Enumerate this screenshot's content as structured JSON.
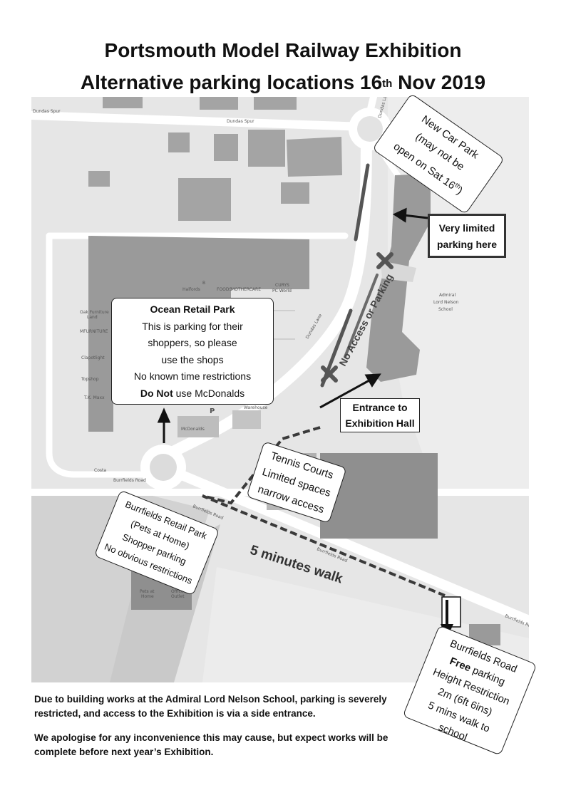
{
  "header": {
    "title_line1": "Portsmouth Model Railway Exhibition",
    "title_line2_pre": "Alternative parking locations 16",
    "title_line2_sup": "th",
    "title_line2_post": " Nov 2019"
  },
  "map": {
    "street_labels": {
      "dundas_spur_left": "Dundas Spur",
      "dundas_spur": "Dundas Spur",
      "dundas_lane_north": "Dundas Lane",
      "dundas_lane": "Dundas Lane",
      "burrfields_road_1": "Burrfields Road",
      "burrfields_road_2": "Burrfields Road",
      "burrfields_road_3": "Burrfields Road",
      "burrfields_road_4": "Burrfields Road"
    },
    "poi_labels": {
      "halfords": "Halfords",
      "boots": "B",
      "foods": "FOODS",
      "mothercare": "MOTHERCARE",
      "curys_1": "CURYS",
      "curys_2": "PC World",
      "oak": "Oak Furniture",
      "oak2": "Land",
      "mfurniture": "MFURNITURE",
      "dfootlight": "Clapotlight",
      "topshop": "Topshop",
      "tkmaxx": "T.K. Maxx",
      "mcdonalds": "McDonalds",
      "warehouse": "Warehouse",
      "pets": "Pets at",
      "pets2": "Home",
      "office": "Office",
      "office2": "Outlet",
      "school1": "Admiral",
      "school2": "Lord Nelson",
      "school3": "School",
      "parking_p": "P",
      "costa": "Costa"
    }
  },
  "callouts": {
    "new_car_park": [
      "New Car Park",
      "(may not be",
      "open on Sat 16"
    ],
    "new_car_park_sup": "th",
    "new_car_park_close": ")",
    "very_limited": [
      "Very limited",
      "parking here"
    ],
    "ocean_retail": {
      "title": "Ocean Retail Park",
      "lines": [
        "This is parking for their",
        "shoppers, so please",
        "use the shops",
        "No known time restrictions"
      ],
      "do_not_bold": "Do Not",
      "do_not_rest": " use McDonalds"
    },
    "no_access": "No Access or Parking",
    "entrance": [
      "Entrance to",
      "Exhibition Hall"
    ],
    "tennis": [
      "Tennis Courts",
      "Limited spaces",
      "narrow access"
    ],
    "burrfields_retail": [
      "Burrfields Retail Park",
      "(Pets at Home)",
      "Shopper parking",
      "No obvious restrictions"
    ],
    "five_minutes": "5 minutes walk",
    "burrfields_road": {
      "line1": "Burrfields Road",
      "free_bold": "Free",
      "free_rest": " parking",
      "lines": [
        "Height Restriction",
        "2m (6ft 6ins)",
        "5 mins walk to",
        "school"
      ]
    }
  },
  "footer": {
    "para1": "Due to building works at the Admiral Lord Nelson School, parking is severely restricted, and access to the Exhibition is via a side entrance.",
    "para2": "We apologise for any inconvenience this may cause, but expect works will be complete before next year’s Exhibition."
  }
}
